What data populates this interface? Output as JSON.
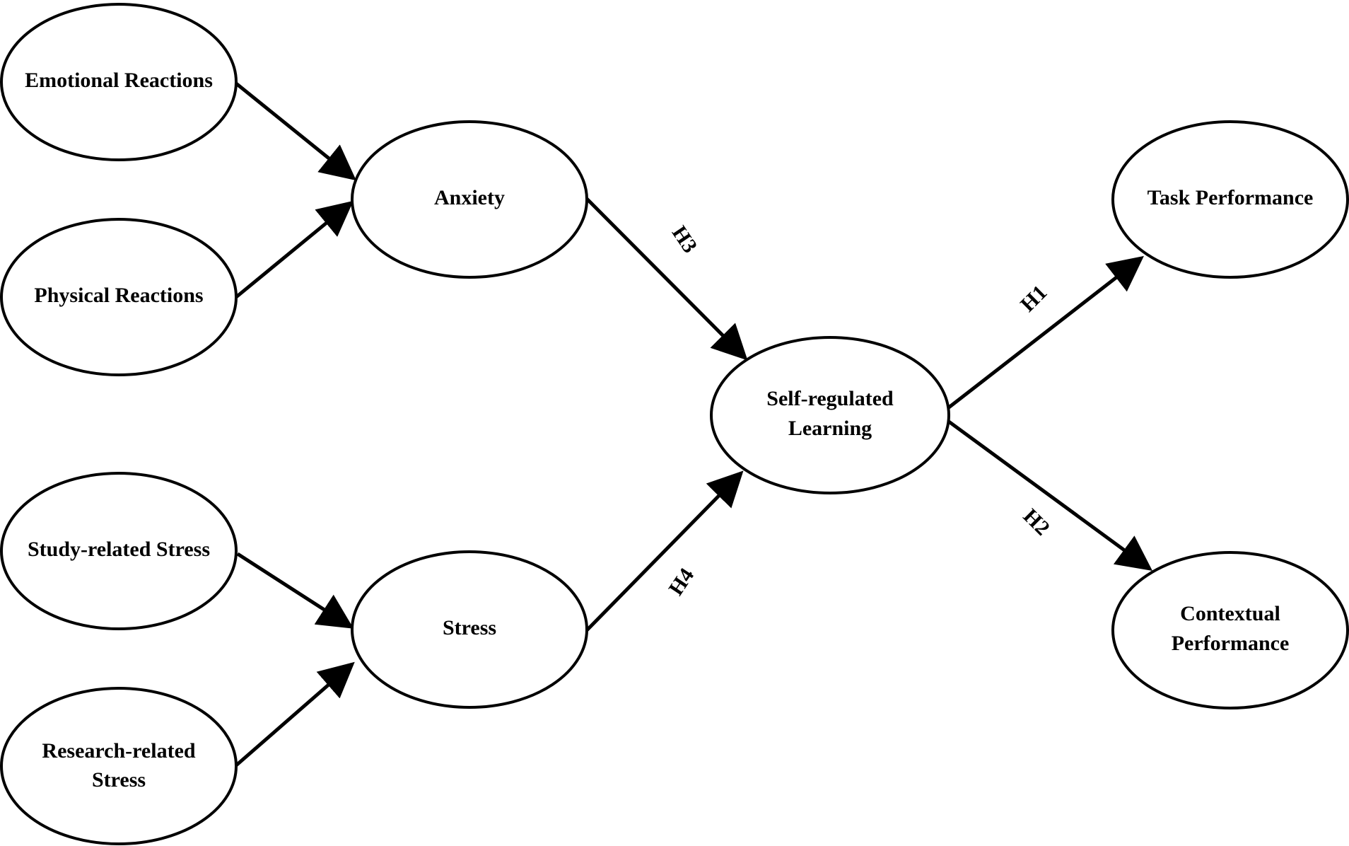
{
  "nodes": {
    "emotional_reactions": {
      "lines": [
        "Emotional Reactions"
      ]
    },
    "physical_reactions": {
      "lines": [
        "Physical Reactions"
      ]
    },
    "anxiety": {
      "lines": [
        "Anxiety"
      ]
    },
    "study_related_stress": {
      "lines": [
        "Study-related Stress"
      ]
    },
    "research_related_stress": {
      "lines": [
        "Research-related",
        "Stress"
      ]
    },
    "stress": {
      "lines": [
        "Stress"
      ]
    },
    "self_regulated_learning": {
      "lines": [
        "Self-regulated",
        "Learning"
      ]
    },
    "task_performance": {
      "lines": [
        "Task Performance"
      ]
    },
    "contextual_performance": {
      "lines": [
        "Contextual",
        "Performance"
      ]
    }
  },
  "edges": {
    "emotional_to_anxiety": {
      "from": "Emotional Reactions",
      "to": "Anxiety",
      "label": ""
    },
    "physical_to_anxiety": {
      "from": "Physical Reactions",
      "to": "Anxiety",
      "label": ""
    },
    "study_to_stress": {
      "from": "Study-related Stress",
      "to": "Stress",
      "label": ""
    },
    "research_to_stress": {
      "from": "Research-related Stress",
      "to": "Stress",
      "label": ""
    },
    "anxiety_to_srl": {
      "from": "Anxiety",
      "to": "Self-regulated Learning",
      "label": "H3"
    },
    "stress_to_srl": {
      "from": "Stress",
      "to": "Self-regulated Learning",
      "label": "H4"
    },
    "srl_to_task": {
      "from": "Self-regulated Learning",
      "to": "Task Performance",
      "label": "H1"
    },
    "srl_to_contextual": {
      "from": "Self-regulated Learning",
      "to": "Contextual Performance",
      "label": "H2"
    }
  },
  "colors": {
    "stroke": "#000000",
    "fill": "#ffffff",
    "background": "#ffffff"
  }
}
